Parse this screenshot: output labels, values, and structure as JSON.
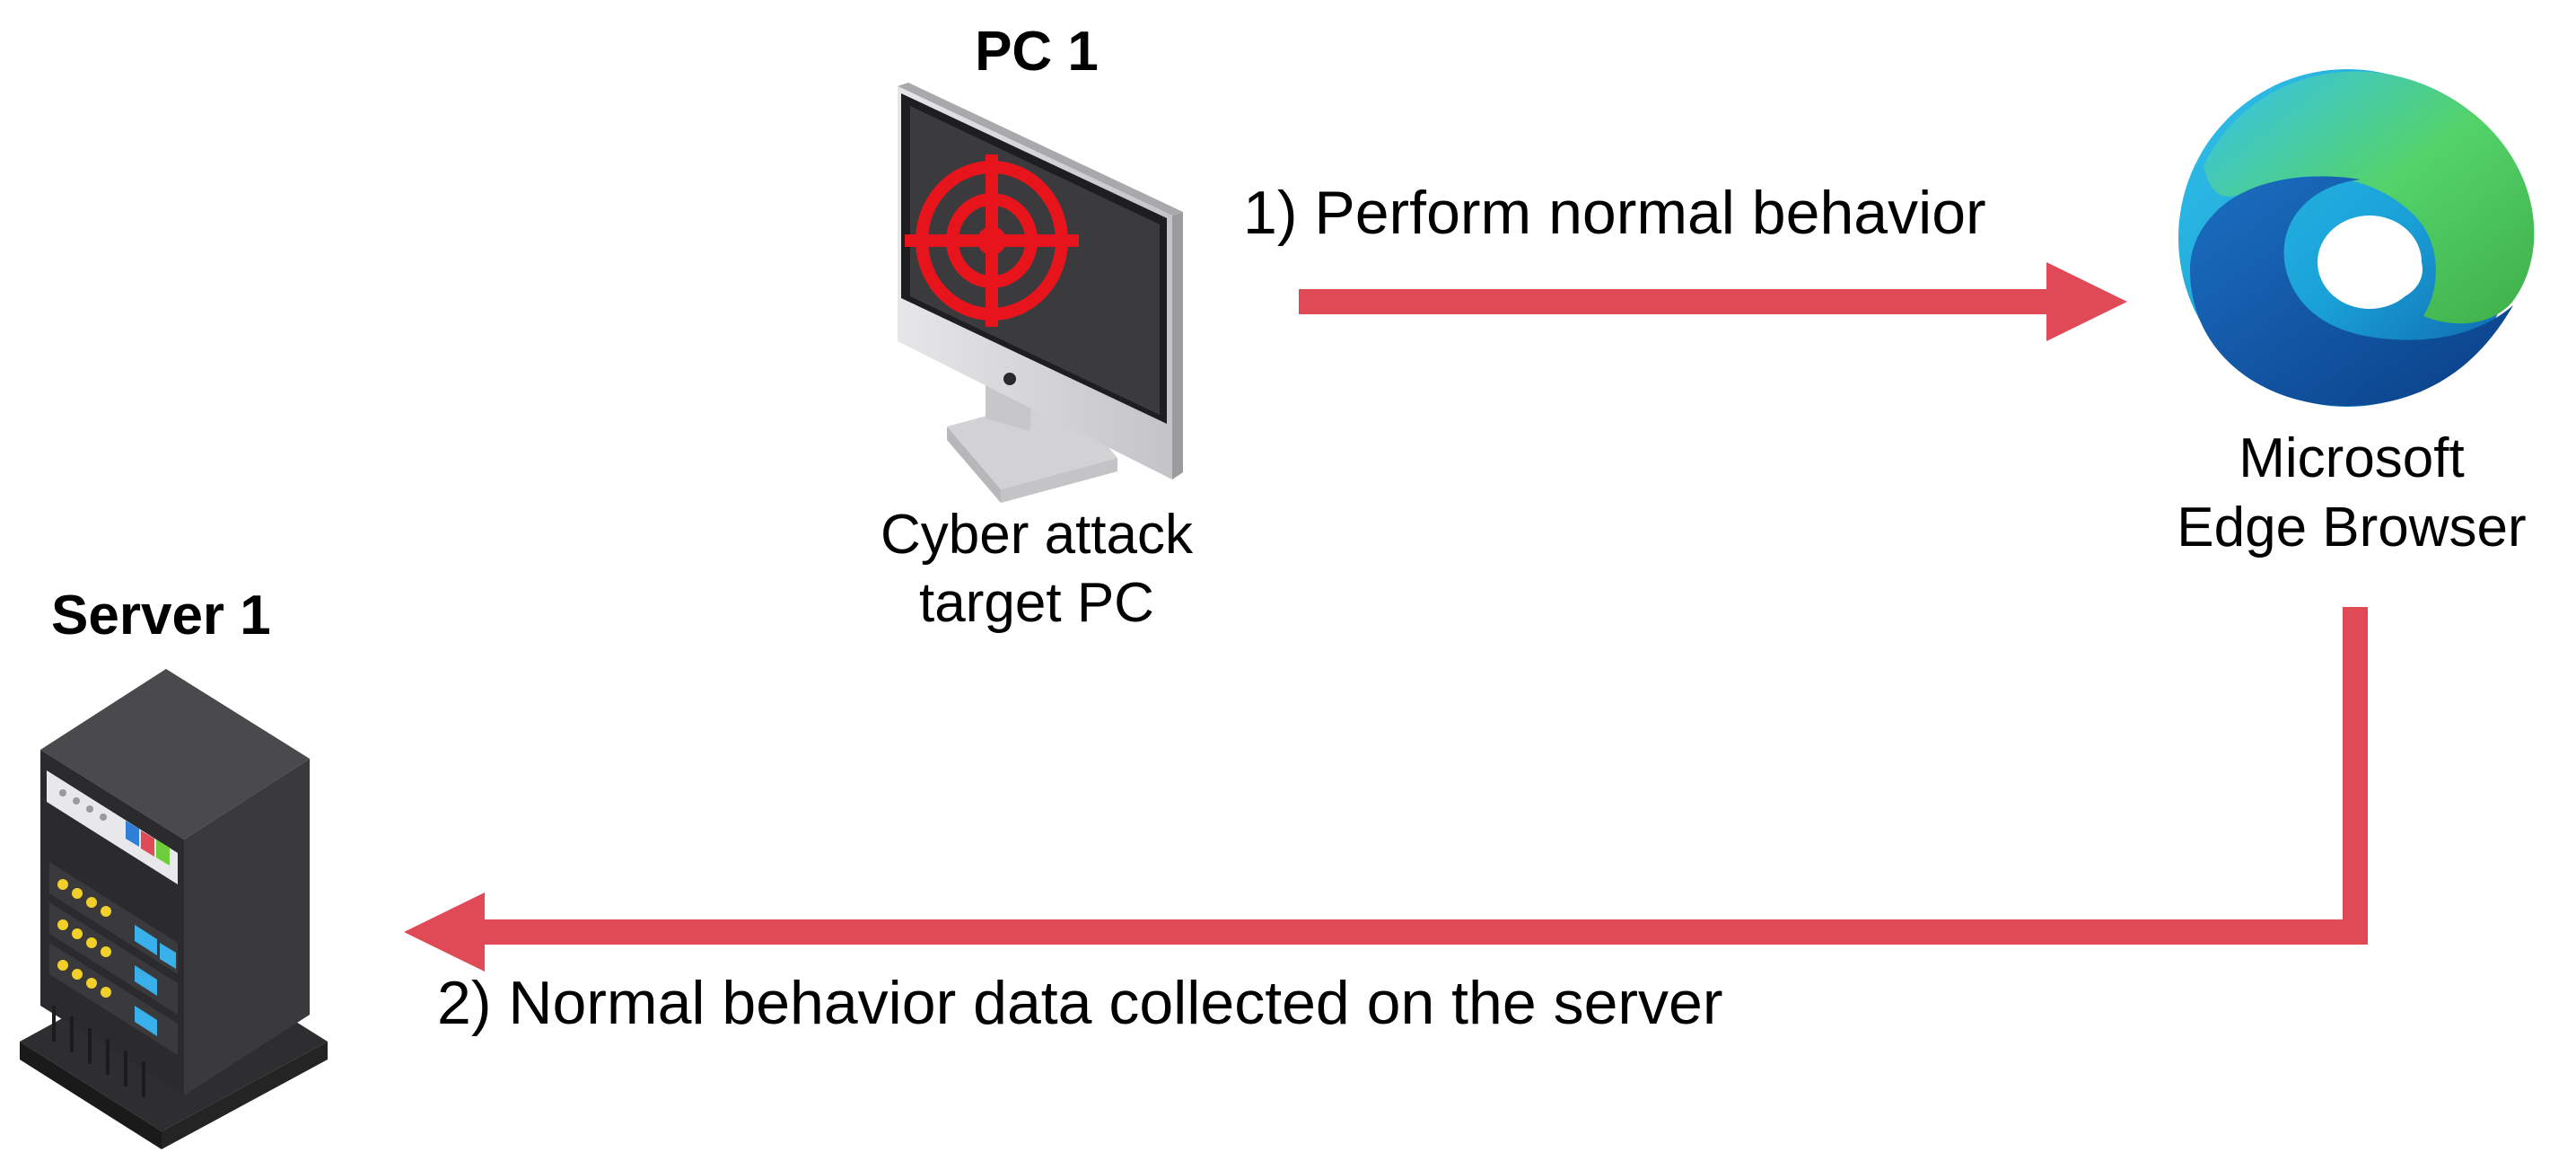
{
  "pc": {
    "title": "PC 1",
    "caption_line1": "Cyber attack",
    "caption_line2": "target PC",
    "icon": "monitor-target-icon"
  },
  "browser": {
    "caption_line1": "Microsoft",
    "caption_line2": "Edge Browser",
    "icon": "edge-browser-icon"
  },
  "server": {
    "title": "Server 1",
    "icon": "server-rack-icon"
  },
  "steps": [
    {
      "label": "1) Perform normal behavior"
    },
    {
      "label": "2) Normal behavior data collected on the server"
    }
  ],
  "colors": {
    "arrow": "#e04a56",
    "target": "#e8141b",
    "edge_blue": "#0c59a4",
    "edge_green": "#54d36b"
  }
}
